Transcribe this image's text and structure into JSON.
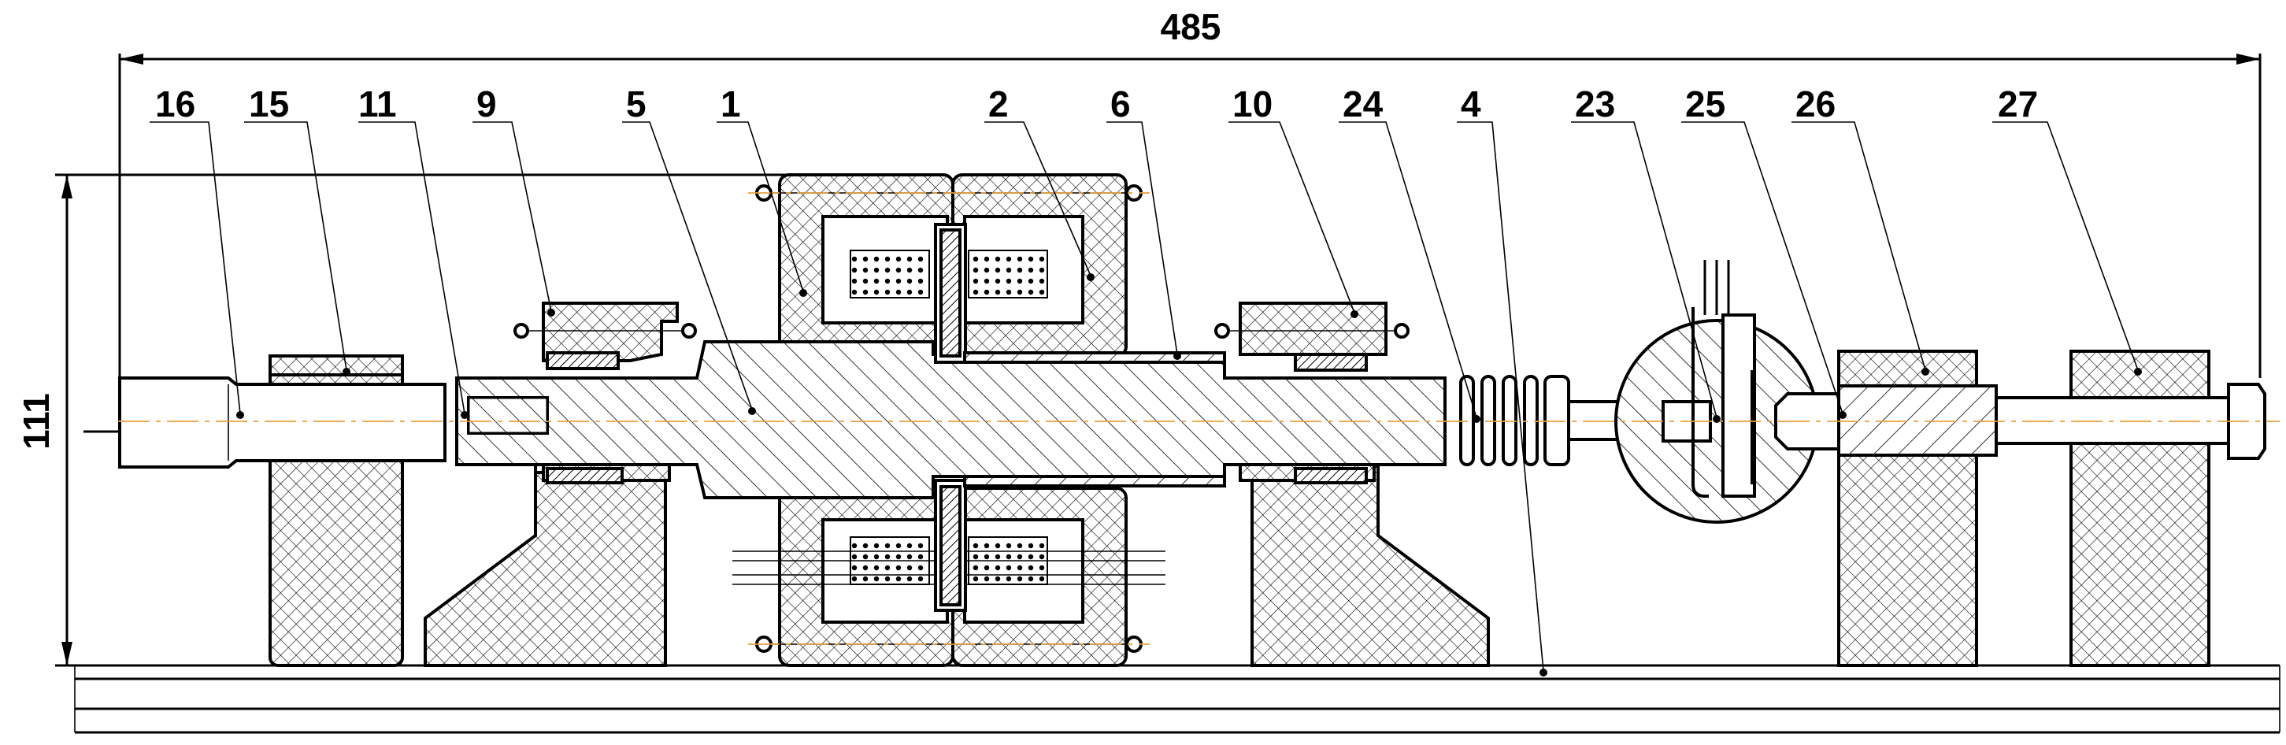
{
  "dimensions": {
    "length": "485",
    "height": "111"
  },
  "callouts": [
    "16",
    "15",
    "11",
    "9",
    "5",
    "1",
    "2",
    "6",
    "10",
    "24",
    "4",
    "23",
    "25",
    "26",
    "27"
  ],
  "colors": {
    "line": "#000000",
    "axis": "#e8a040",
    "background": "#ffffff"
  }
}
